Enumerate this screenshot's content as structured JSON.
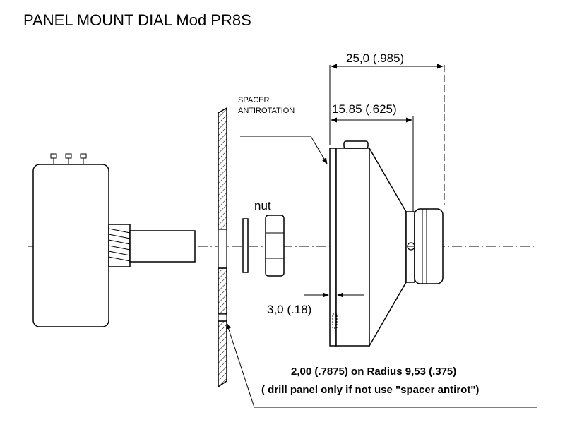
{
  "title": "PANEL MOUNT DIAL Mod PR8S",
  "labels": {
    "spacer_line1": "SPACER",
    "spacer_line2": "ANTIROTATION",
    "nut": "nut"
  },
  "dimensions": {
    "overall": "25,0   (.985)",
    "body": "15,85  (.625)",
    "flange": "3,0  (.18)"
  },
  "note": {
    "line1": "2,00 (.7875) on Radius 9,53 (.375)",
    "line2": "( drill panel only if not use \"spacer antirot\")"
  },
  "colors": {
    "ink": "#000000",
    "background": "#ffffff"
  }
}
